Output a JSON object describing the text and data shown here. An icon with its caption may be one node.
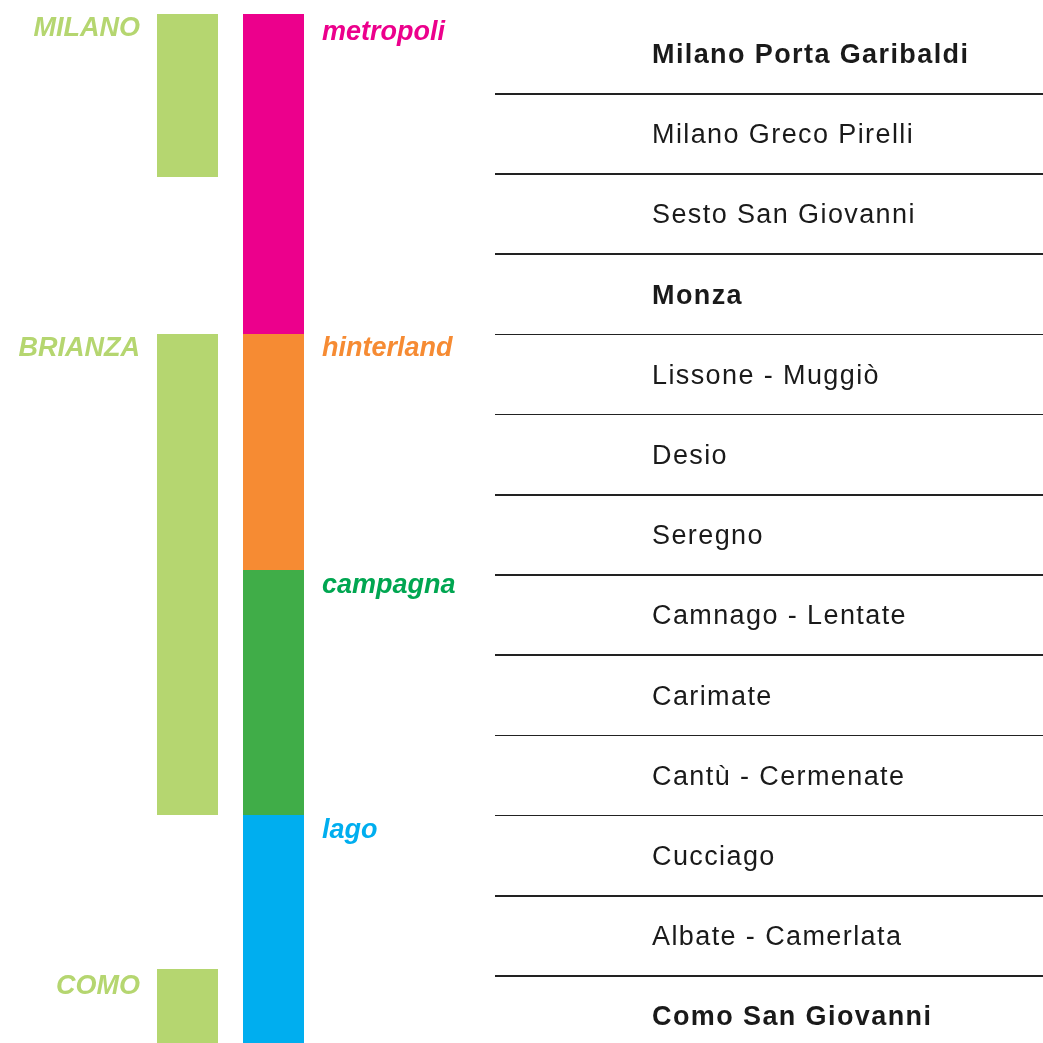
{
  "diagram": {
    "nodes": [
      {
        "text": [
          "MILANO"
        ]
      },
      {
        "text": [
          "BRIANZA"
        ]
      },
      {
        "text": [
          "COMO"
        ]
      },
      {
        "text": [
          "metropoli"
        ]
      },
      {
        "text": [
          "hinterland"
        ]
      },
      {
        "text": [
          "campagna"
        ]
      },
      {
        "text": [
          "lago"
        ]
      }
    ],
    "labels": [
      "Milano Porta Garibaldi",
      "Milano Greco Pirelli",
      "Sesto San Giovanni",
      "Monza",
      "Lissone - Muggiò",
      "Desio",
      "Seregno",
      "Camnago - Lentate",
      "Carimate",
      "Cantù - Cermenate",
      "Cucciago",
      "Albate - Camerlata",
      "Como San Giovanni"
    ]
  }
}
